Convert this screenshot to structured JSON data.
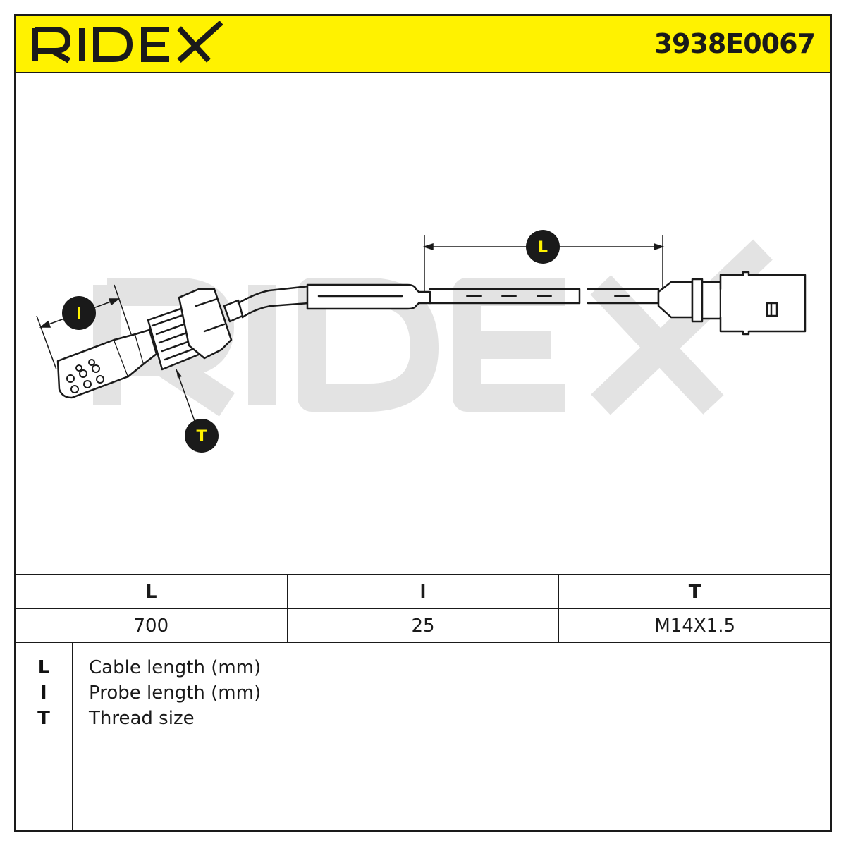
{
  "header": {
    "brand": "RIDEX",
    "part_number": "3938E0067",
    "colors": {
      "brand_yellow": "#FFF200",
      "ink": "#1a1a1a",
      "watermark": "#e3e3e3"
    }
  },
  "drawing": {
    "watermark": "RIDEX",
    "callouts": {
      "cable_length": "L",
      "probe_length": "l",
      "thread_size": "T"
    }
  },
  "spec_table": {
    "headers": [
      "L",
      "l",
      "T"
    ],
    "values": [
      "700",
      "25",
      "M14X1.5"
    ]
  },
  "legend": [
    {
      "key": "L",
      "description": "Cable length (mm)"
    },
    {
      "key": "l",
      "description": "Probe length (mm)"
    },
    {
      "key": "T",
      "description": "Thread size"
    }
  ]
}
